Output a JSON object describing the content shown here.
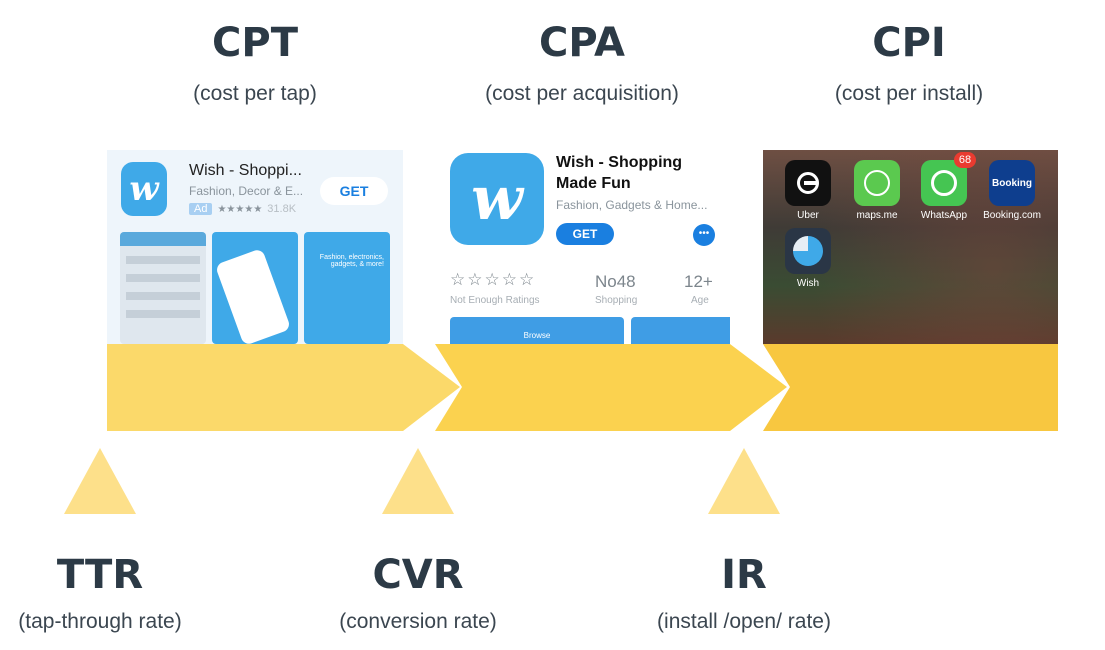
{
  "top_metrics": [
    {
      "label": "CPT",
      "sub": "(cost per tap)"
    },
    {
      "label": "CPA",
      "sub": "(cost per acquisition)"
    },
    {
      "label": "CPI",
      "sub": "(cost per install)"
    }
  ],
  "bottom_metrics": [
    {
      "label": "TTR",
      "sub": "(tap-through rate)"
    },
    {
      "label": "CVR",
      "sub": "(conversion rate)"
    },
    {
      "label": "IR",
      "sub": "(install /open/ rate)"
    }
  ],
  "panel1": {
    "app_title": "Wish - Shoppi...",
    "app_subtitle": "Fashion, Decor & E...",
    "ad_badge": "Ad",
    "rating_stars": "★★★★★",
    "rating_count": "31.8K",
    "get_label": "GET",
    "promo_text": "Fashion, electronics, gadgets, & more!"
  },
  "panel2": {
    "app_title_line1": "Wish - Shopping",
    "app_title_line2": "Made Fun",
    "app_subtitle": "Fashion, Gadgets & Home...",
    "get_label": "GET",
    "more_label": "•••",
    "rating_stars": "☆☆☆☆☆",
    "rating_caption": "Not Enough Ratings",
    "rank": "No48",
    "rank_caption": "Shopping",
    "age": "12+",
    "age_caption": "Age",
    "browse_label": "Browse"
  },
  "panel3": {
    "apps": [
      {
        "label": "Uber"
      },
      {
        "label": "maps.me"
      },
      {
        "label": "WhatsApp",
        "badge": "68"
      },
      {
        "label": "Booking.com",
        "icon_text": "Booking"
      },
      {
        "label": "Wish"
      }
    ]
  },
  "colors": {
    "funnel": "#fbd96a",
    "funnel_dark": "#f7c842",
    "wish_blue": "#3fa9e8"
  }
}
